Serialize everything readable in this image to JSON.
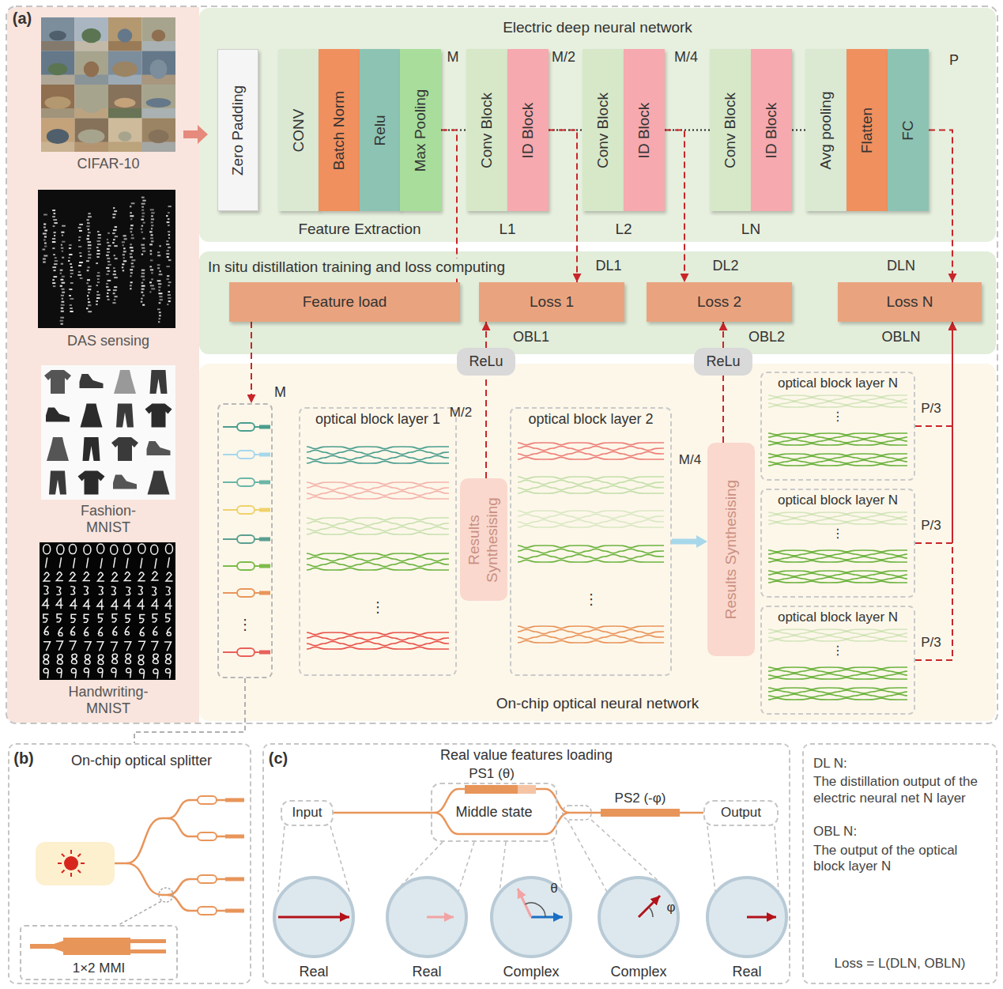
{
  "diagram": {
    "nodes": [
      {
        "text": [
          "Electric deep neural network"
        ]
      },
      {
        "text": [
          "Zero Padding"
        ],
        "in": 0
      },
      {
        "text": [
          "CONV"
        ],
        "in": 0
      },
      {
        "text": [
          "Batch Norm"
        ],
        "in": 0
      },
      {
        "text": [
          "Relu"
        ],
        "in": 0
      },
      {
        "text": [
          "Max Pooling"
        ],
        "in": 0
      },
      {
        "text": [
          "Conv Block"
        ],
        "in": 0
      },
      {
        "text": [
          "ID Block"
        ],
        "in": 0
      },
      {
        "text": [
          "Conv Block"
        ],
        "in": 0
      },
      {
        "text": [
          "ID Block"
        ],
        "in": 0
      },
      {
        "text": [
          "Conv Block"
        ],
        "in": 0
      },
      {
        "text": [
          "ID Block"
        ],
        "in": 0
      },
      {
        "text": [
          "Avg pooling"
        ],
        "in": 0
      },
      {
        "text": [
          "Flatten"
        ],
        "in": 0
      },
      {
        "text": [
          "FC"
        ],
        "in": 0
      },
      {
        "text": [
          "In situ distillation training and loss computing"
        ]
      },
      {
        "text": [
          "Feature load"
        ],
        "in": 15
      },
      {
        "text": [
          "Loss 1"
        ],
        "in": 15
      },
      {
        "text": [
          "Loss 2"
        ],
        "in": 15
      },
      {
        "text": [
          "Loss N"
        ],
        "in": 15
      },
      {
        "text": [
          "ReLu"
        ]
      },
      {
        "text": [
          "ReLu"
        ]
      },
      {
        "text": [
          "On-chip optical neural network"
        ]
      },
      {
        "text": [
          "M"
        ],
        "in": 22
      },
      {
        "text": [
          "optical block layer 1"
        ],
        "in": 22
      },
      {
        "text": [
          "Results Synthesising"
        ],
        "in": 22
      },
      {
        "text": [
          "optical block layer 2"
        ],
        "in": 22
      },
      {
        "text": [
          "Results Synthesising"
        ],
        "in": 22
      },
      {
        "text": [
          "optical block layer N"
        ],
        "in": 22
      },
      {
        "text": [
          "optical block layer N"
        ],
        "in": 22
      },
      {
        "text": [
          "optical block layer N"
        ],
        "in": 22
      },
      {
        "text": [
          "On-chip optical splitter"
        ]
      },
      {
        "text": [
          "1×2 MMI"
        ],
        "in": 31
      },
      {
        "text": [
          "Real value features loading"
        ]
      },
      {
        "text": [
          "Input"
        ],
        "in": 33
      },
      {
        "text": [
          "Middle state"
        ],
        "in": 33
      },
      {
        "text": [
          "Output"
        ],
        "in": 33
      },
      {
        "text": [
          "Real"
        ],
        "in": 33
      },
      {
        "text": [
          "Real"
        ],
        "in": 33
      },
      {
        "text": [
          "Complex"
        ],
        "in": 33
      },
      {
        "text": [
          "Complex"
        ],
        "in": 33
      },
      {
        "text": [
          "Real"
        ],
        "in": 33
      },
      {
        "text": [
          "DL N:",
          "The distillation output of the electric neural net N layer",
          "OBL N:",
          "The output of the optical block layer N",
          "Loss = L(DLN, OBLN)"
        ]
      }
    ],
    "edges": [
      {
        "from": 5,
        "to": 16,
        "arrow": "none"
      },
      {
        "from": 16,
        "to": 23,
        "arrow": "to"
      },
      {
        "from": 7,
        "to": 17,
        "arrow": "to"
      },
      {
        "from": 9,
        "to": 18,
        "arrow": "to"
      },
      {
        "from": 14,
        "to": 19,
        "arrow": "to"
      },
      {
        "from": 20,
        "to": 17,
        "arrow": "to"
      },
      {
        "from": 25,
        "to": 20,
        "arrow": "none"
      },
      {
        "from": 21,
        "to": 18,
        "arrow": "to"
      },
      {
        "from": 27,
        "to": 21,
        "arrow": "none"
      },
      {
        "from": 28,
        "to": 19,
        "arrow": "to"
      },
      {
        "from": 29,
        "to": 19,
        "arrow": "to"
      },
      {
        "from": 30,
        "to": 19,
        "arrow": "to"
      },
      {
        "from": 26,
        "to": 27,
        "arrow": "to"
      },
      {
        "from": 23,
        "to": 31,
        "arrow": "none"
      }
    ],
    "labels": [
      "(a)",
      "CIFAR-10",
      "DAS sensing",
      "Fashion- MNIST",
      "Handwriting- MNIST",
      "M",
      "M/2",
      "M/4",
      "P",
      "Feature Extraction",
      "L1",
      "L2",
      "LN",
      "DL1",
      "DL2",
      "DLN",
      "OBL1",
      "OBL2",
      "OBLN",
      "M/2",
      "M/4",
      "P/3",
      "P/3",
      "P/3",
      "⋮",
      "⋮",
      "⋮",
      "⋮",
      "⋮",
      "⋮",
      "(b)",
      "(c)",
      "PS1 (θ)",
      "PS2 (-φ)",
      "θ",
      "φ"
    ]
  }
}
